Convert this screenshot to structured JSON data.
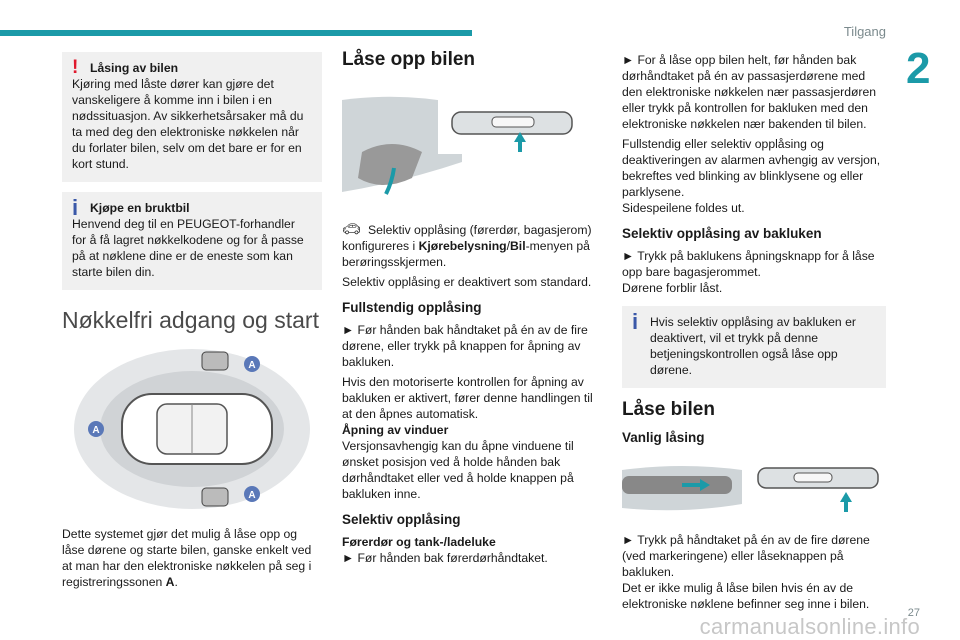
{
  "header": {
    "section": "Tilgang",
    "chapter": "2",
    "page": "27",
    "watermark": "carmanualsonline.info"
  },
  "colors": {
    "accent": "#1b9aa8",
    "warning": "#e0192d",
    "info": "#3a58a8"
  },
  "col1": {
    "warn_note": {
      "title": "Låsing av bilen",
      "text": "Kjøring med låste dører kan gjøre det vanskeligere å komme inn i bilen i en nødssituasjon. Av sikkerhetsårsaker må du ta med deg den elektroniske nøkkelen når du forlater bilen, selv om det bare er for en kort stund."
    },
    "info_note": {
      "title": "Kjøpe en bruktbil",
      "text": "Henvend deg til en PEUGEOT-forhandler for å få lagret nøkkelkodene og for å passe på at nøklene dine er de eneste som kan starte bilen din."
    },
    "heading": "Nøkkelfri adgang og start",
    "zone_label": "A",
    "body": "Dette systemet gjør det mulig å låse opp og låse dørene og starte bilen, ganske enkelt ved at man har den elektroniske nøkkelen på seg i registreringssonen",
    "body_zone": "A",
    "body_end": "."
  },
  "col2": {
    "heading": "Låse opp bilen",
    "selective_text_a": "Selektiv opplåsing (førerdør, bagasjerom) konfigureres i",
    "selective_b1": "Kjørebelysning",
    "selective_sep": "/",
    "selective_b2": "Bil",
    "selective_text_c": "-menyen på berøringsskjermen.",
    "selective_default": "Selektiv opplåsing er deaktivert som standard.",
    "full_heading": "Fullstendig opplåsing",
    "full_p1": "► Før hånden bak håndtaket på én av de fire dørene, eller trykk på knappen for åpning av bakluken.",
    "full_p2": "Hvis den motoriserte kontrollen for åpning av bakluken er aktivert, fører denne handlingen til at den åpnes automatisk.",
    "windows_title": "Åpning av vinduer",
    "windows_text": "Versjonsavhengig kan du åpne vinduene til ønsket posisjon ved å holde hånden bak dørhåndtaket eller ved å holde knappen på bakluken inne.",
    "sel_heading": "Selektiv opplåsing",
    "sel_sub": "Førerdør og tank-/ladeluke",
    "sel_text": "► Før hånden bak førerdørhåndtaket."
  },
  "col3": {
    "p1": "► For å låse opp bilen helt, før hånden bak dørhåndtaket på én av passasjerdørene med den elektroniske nøkkelen nær passasjerdøren eller trykk på kontrollen for bakluken med den elektroniske nøkkelen nær bakenden til bilen.",
    "p2": "Fullstendig eller selektiv opplåsing og deaktiveringen av alarmen avhengig av versjon, bekreftes ved blinking av blinklysene og eller parklysene.",
    "p3": "Sidespeilene foldes ut.",
    "boot_heading": "Selektiv opplåsing av bakluken",
    "boot_p1": "► Trykk på baklukens åpningsknapp for å låse opp bare bagasjerommet.",
    "boot_p2": "Dørene forblir låst.",
    "info_text": "Hvis selektiv opplåsing av bakluken er deaktivert, vil et trykk på denne betjeningskontrollen også låse opp dørene.",
    "lock_heading": "Låse bilen",
    "normal_heading": "Vanlig låsing",
    "lock_p1": "► Trykk på håndtaket på én av de fire dørene (ved markeringene) eller låseknappen på bakluken.",
    "lock_p2": "Det er ikke mulig å låse bilen hvis én av de elektroniske nøklene befinner seg inne i bilen."
  }
}
